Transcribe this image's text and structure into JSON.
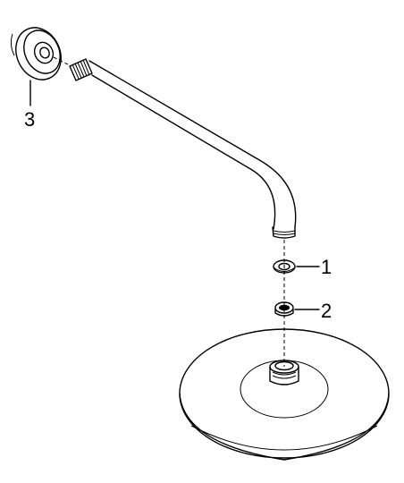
{
  "callouts": [
    {
      "number": "3",
      "part": "wall-flange"
    },
    {
      "number": "1",
      "part": "washer"
    },
    {
      "number": "2",
      "part": "filter-seal"
    }
  ],
  "colors": {
    "line": "#000000",
    "background": "#ffffff"
  }
}
